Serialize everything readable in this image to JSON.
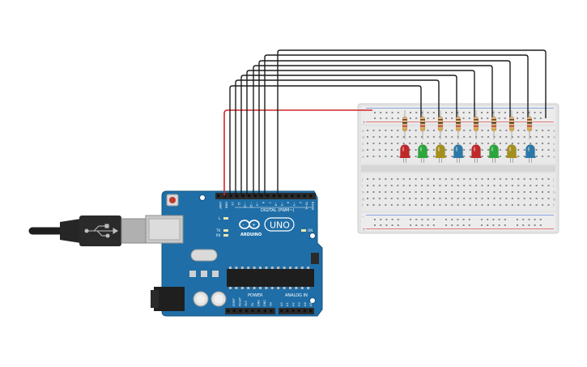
{
  "board": {
    "name": "Arduino UNO",
    "logo_text": "ARDUINO",
    "uno_label": "UNO",
    "digital_label": "DIGITAL (PWM~)",
    "power_label": "POWER",
    "analog_label": "ANALOG IN",
    "on_label": "ON",
    "l_label": "L",
    "tx_label": "TX",
    "rx_label": "RX",
    "aref_label": "AREF",
    "gnd_label": "GND",
    "digital_pins": [
      "13",
      "12",
      "~11",
      "~10",
      "~9",
      "8",
      "7",
      "~6",
      "~5",
      "4",
      "~3",
      "2",
      "TX→1",
      "RX←0"
    ],
    "power_pins": [
      "IOREF",
      "RESET",
      "3V3",
      "5V",
      "GND",
      "GND",
      "Vin"
    ],
    "analog_pins": [
      "A0",
      "A1",
      "A2",
      "A3",
      "A4",
      "A5"
    ],
    "colors": {
      "pcb": "#1f6ea7",
      "pcb_dark": "#17557f",
      "header": "#2b2b2b"
    }
  },
  "breadboard": {
    "row_letters_top": [
      "a",
      "b",
      "c",
      "d",
      "e"
    ],
    "row_letters_bottom": [
      "f",
      "g",
      "h",
      "i",
      "j"
    ],
    "column_numbers": [
      "1",
      "5",
      "10",
      "15",
      "20",
      "25",
      "30"
    ],
    "rail_plus": "+",
    "rail_minus": "-"
  },
  "leds": [
    {
      "color": "red",
      "hex": "#c0282a"
    },
    {
      "color": "green",
      "hex": "#2aa63c"
    },
    {
      "color": "yellow",
      "hex": "#a48f1c"
    },
    {
      "color": "blue",
      "hex": "#2b78a8"
    },
    {
      "color": "red",
      "hex": "#c0282a"
    },
    {
      "color": "green",
      "hex": "#2aa63c"
    },
    {
      "color": "yellow",
      "hex": "#a48f1c"
    },
    {
      "color": "blue",
      "hex": "#2b78a8"
    }
  ],
  "resistor_count": 8,
  "wire_colors": {
    "signal": "#1c1c1c",
    "gnd": "#d0262b"
  },
  "usb_cable": {
    "label": "USB",
    "color": "#1e1e1e"
  }
}
